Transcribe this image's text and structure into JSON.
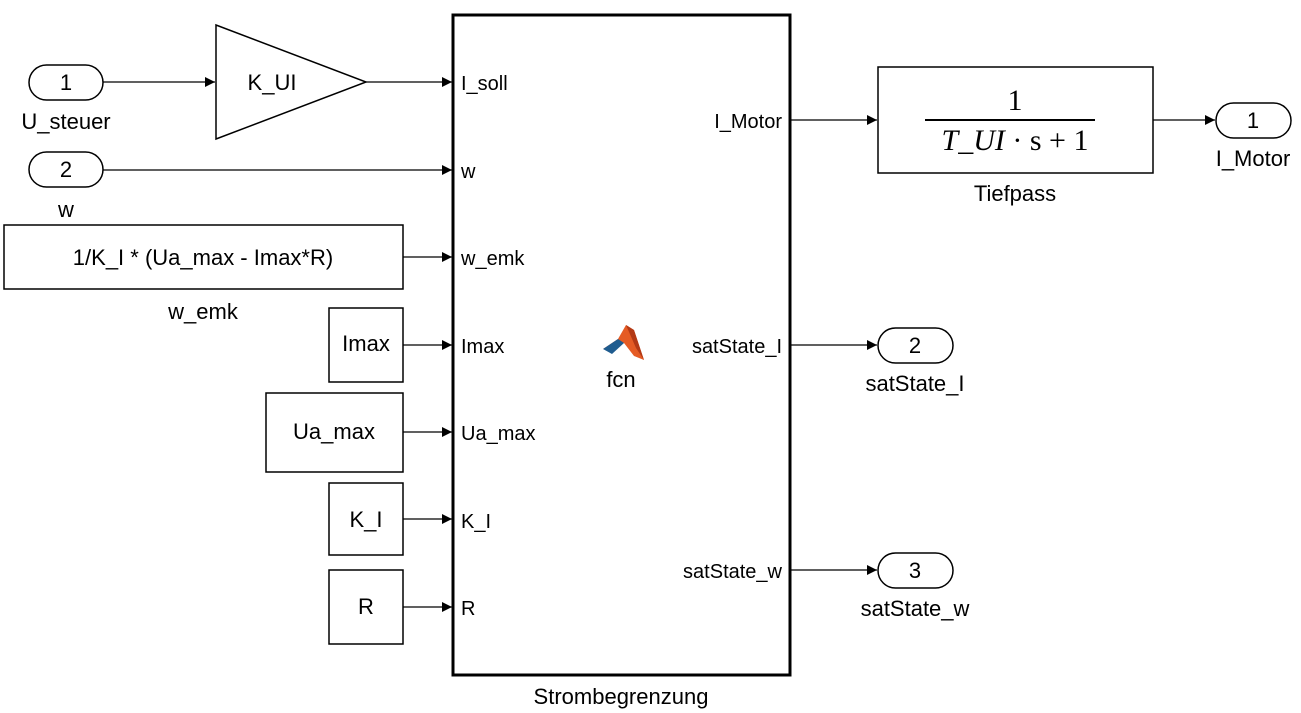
{
  "inports": [
    {
      "number": "1",
      "label": "U_steuer"
    },
    {
      "number": "2",
      "label": "w"
    }
  ],
  "gain": {
    "value": "K_UI"
  },
  "constants": {
    "w_emk_expr": "1/K_I * (Ua_max - Imax*R)",
    "w_emk_label": "w_emk",
    "imax": "Imax",
    "ua_max": "Ua_max",
    "k_i": "K_I",
    "r": "R"
  },
  "function_block": {
    "name": "Strombegrenzung",
    "title": "fcn",
    "icon": "matlab-logo-icon",
    "inputs": [
      "I_soll",
      "w",
      "w_emk",
      "Imax",
      "Ua_max",
      "K_I",
      "R"
    ],
    "outputs": [
      "I_Motor",
      "satState_I",
      "satState_w"
    ]
  },
  "transfer_fcn": {
    "label": "Tiefpass",
    "numerator": "1",
    "denominator_var": "T_UI",
    "denominator_rest": " · s + 1"
  },
  "outports": [
    {
      "number": "1",
      "label": "I_Motor"
    },
    {
      "number": "2",
      "label": "satState_I"
    },
    {
      "number": "3",
      "label": "satState_w"
    }
  ],
  "colors": {
    "line": "#000000",
    "matlab_logo_primary": "#e55b24",
    "matlab_logo_secondary": "#1f5c8f"
  }
}
